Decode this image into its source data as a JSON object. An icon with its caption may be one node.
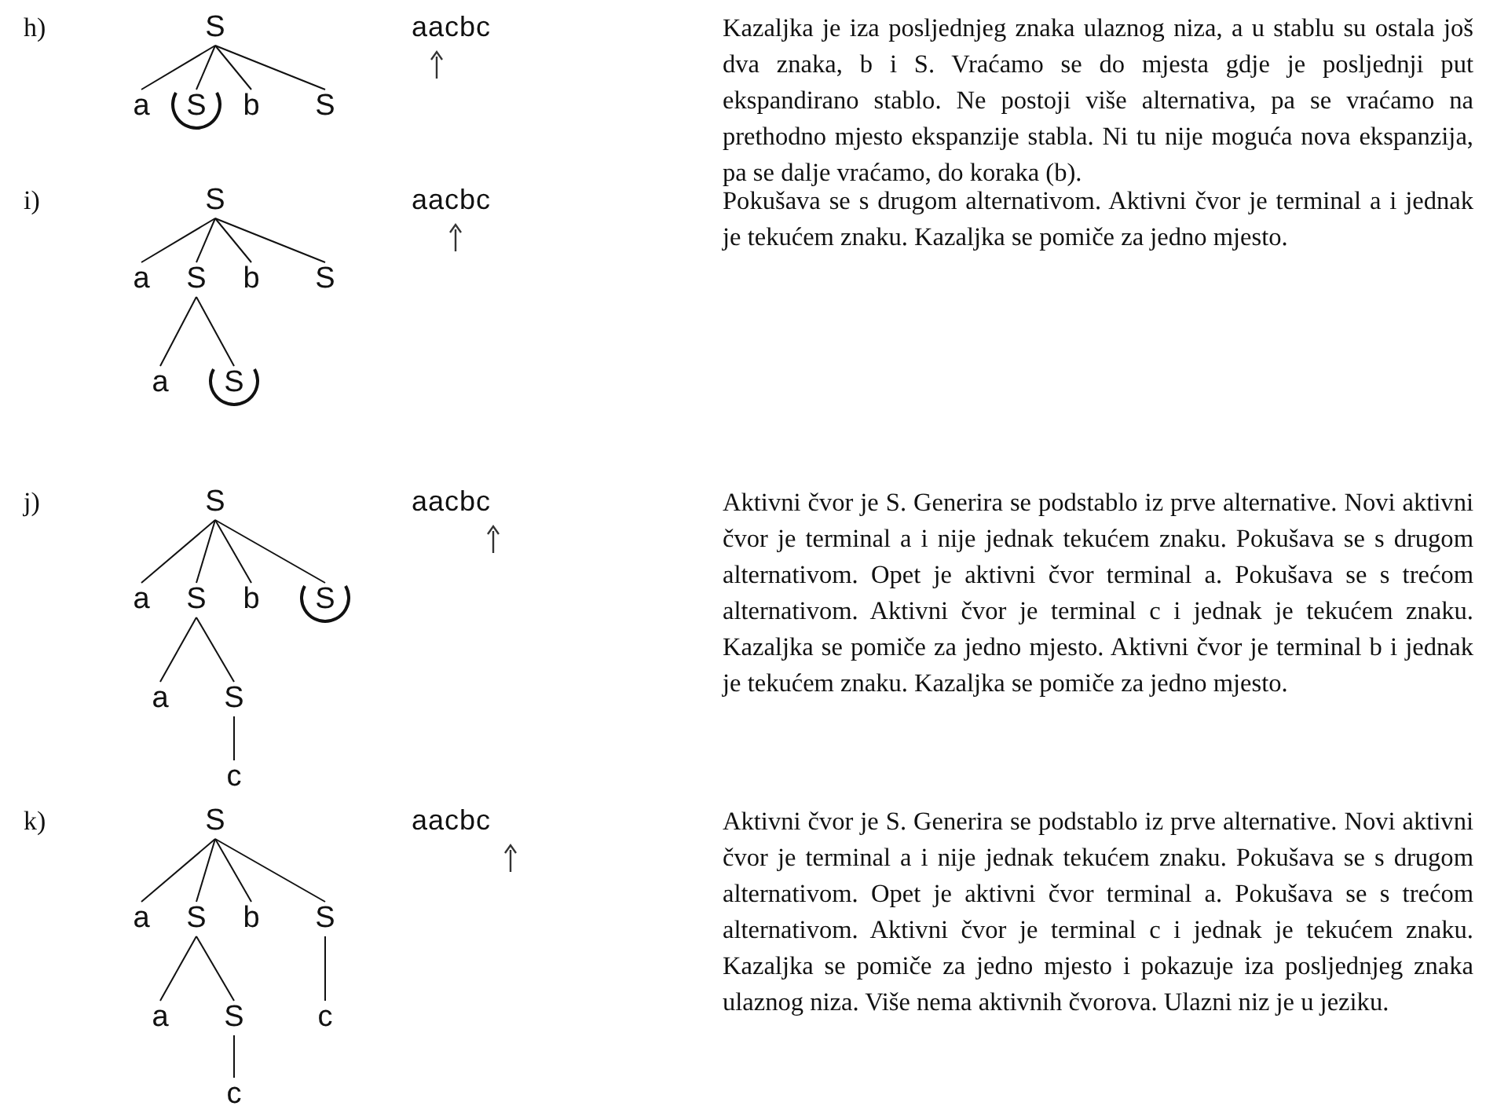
{
  "diagram": {
    "nodes": [
      {
        "text": [
          "S"
        ]
      },
      {
        "text": [
          "a"
        ]
      },
      {
        "text": [
          "S"
        ]
      },
      {
        "text": [
          "b"
        ]
      },
      {
        "text": [
          "S"
        ]
      },
      {
        "text": [
          "S"
        ]
      },
      {
        "text": [
          "a"
        ]
      },
      {
        "text": [
          "S"
        ]
      },
      {
        "text": [
          "b"
        ]
      },
      {
        "text": [
          "S"
        ]
      },
      {
        "text": [
          "a"
        ]
      },
      {
        "text": [
          "S"
        ]
      },
      {
        "text": [
          "S"
        ]
      },
      {
        "text": [
          "a"
        ]
      },
      {
        "text": [
          "S"
        ]
      },
      {
        "text": [
          "b"
        ]
      },
      {
        "text": [
          "S"
        ]
      },
      {
        "text": [
          "a"
        ]
      },
      {
        "text": [
          "S"
        ]
      },
      {
        "text": [
          "c"
        ]
      },
      {
        "text": [
          "S"
        ]
      },
      {
        "text": [
          "a"
        ]
      },
      {
        "text": [
          "S"
        ]
      },
      {
        "text": [
          "b"
        ]
      },
      {
        "text": [
          "S"
        ]
      },
      {
        "text": [
          "a"
        ]
      },
      {
        "text": [
          "S"
        ]
      },
      {
        "text": [
          "c"
        ]
      },
      {
        "text": [
          "c"
        ]
      }
    ],
    "edges": [
      {
        "from": 0,
        "to": 1,
        "arrow": "none"
      },
      {
        "from": 0,
        "to": 2,
        "arrow": "none"
      },
      {
        "from": 0,
        "to": 3,
        "arrow": "none"
      },
      {
        "from": 0,
        "to": 4,
        "arrow": "none"
      },
      {
        "from": 5,
        "to": 6,
        "arrow": "none"
      },
      {
        "from": 5,
        "to": 7,
        "arrow": "none"
      },
      {
        "from": 5,
        "to": 8,
        "arrow": "none"
      },
      {
        "from": 5,
        "to": 9,
        "arrow": "none"
      },
      {
        "from": 7,
        "to": 10,
        "arrow": "none"
      },
      {
        "from": 7,
        "to": 11,
        "arrow": "none"
      },
      {
        "from": 12,
        "to": 13,
        "arrow": "none"
      },
      {
        "from": 12,
        "to": 14,
        "arrow": "none"
      },
      {
        "from": 12,
        "to": 15,
        "arrow": "none"
      },
      {
        "from": 12,
        "to": 16,
        "arrow": "none"
      },
      {
        "from": 14,
        "to": 17,
        "arrow": "none"
      },
      {
        "from": 14,
        "to": 18,
        "arrow": "none"
      },
      {
        "from": 18,
        "to": 19,
        "arrow": "none"
      },
      {
        "from": 20,
        "to": 21,
        "arrow": "none"
      },
      {
        "from": 20,
        "to": 22,
        "arrow": "none"
      },
      {
        "from": 20,
        "to": 23,
        "arrow": "none"
      },
      {
        "from": 20,
        "to": 24,
        "arrow": "none"
      },
      {
        "from": 22,
        "to": 25,
        "arrow": "none"
      },
      {
        "from": 22,
        "to": 26,
        "arrow": "none"
      },
      {
        "from": 24,
        "to": 27,
        "arrow": "none"
      },
      {
        "from": 26,
        "to": 28,
        "arrow": "none"
      }
    ],
    "labels": [
      "h)",
      "aacbc",
      "Kazaljka je iza posljednjeg znaka ulaznog niza, a u stablu su ostala još dva znaka, b i S. Vraćamo se do mjesta gdje je posljednji put ekspandirano stablo. Ne postoji više alternativa, pa se vraćamo na prethodno mjesto ekspanzije stabla. Ni tu nije moguća nova ekspanzija, pa se dalje vraćamo, do koraka (b).",
      "i)",
      "aacbc",
      "Pokušava se s drugom alternativom. Aktivni čvor je terminal a i jednak je tekućem znaku. Kazaljka se pomiče za jedno mjesto.",
      "j)",
      "aacbc",
      "Aktivni čvor je S. Generira se podstablo iz prve alternative. Novi aktivni čvor je terminal a i nije jednak tekućem znaku. Pokušava se s drugom alternativom. Opet je aktivni čvor terminal a. Pokušava se s trećom alternativom. Aktivni čvor je terminal c i jednak je tekućem znaku. Kazaljka se pomiče za jedno mjesto. Aktivni čvor je terminal b i jednak je tekućem znaku. Kazaljka se pomiče za jedno mjesto.",
      "k)",
      "aacbc",
      "Aktivni čvor je S. Generira se podstablo iz prve alternative. Novi aktivni čvor je terminal a i nije jednak tekućem znaku. Pokušava se s drugom alternativom. Opet je aktivni čvor terminal a. Pokušava se s trećom alternativom. Aktivni čvor je terminal c i jednak je tekućem znaku. Kazaljka se pomiče za jedno mjesto i pokazuje iza posljednjeg znaka ulaznog niza. Više nema aktivnih čvorova. Ulazni niz je u jeziku."
    ]
  }
}
